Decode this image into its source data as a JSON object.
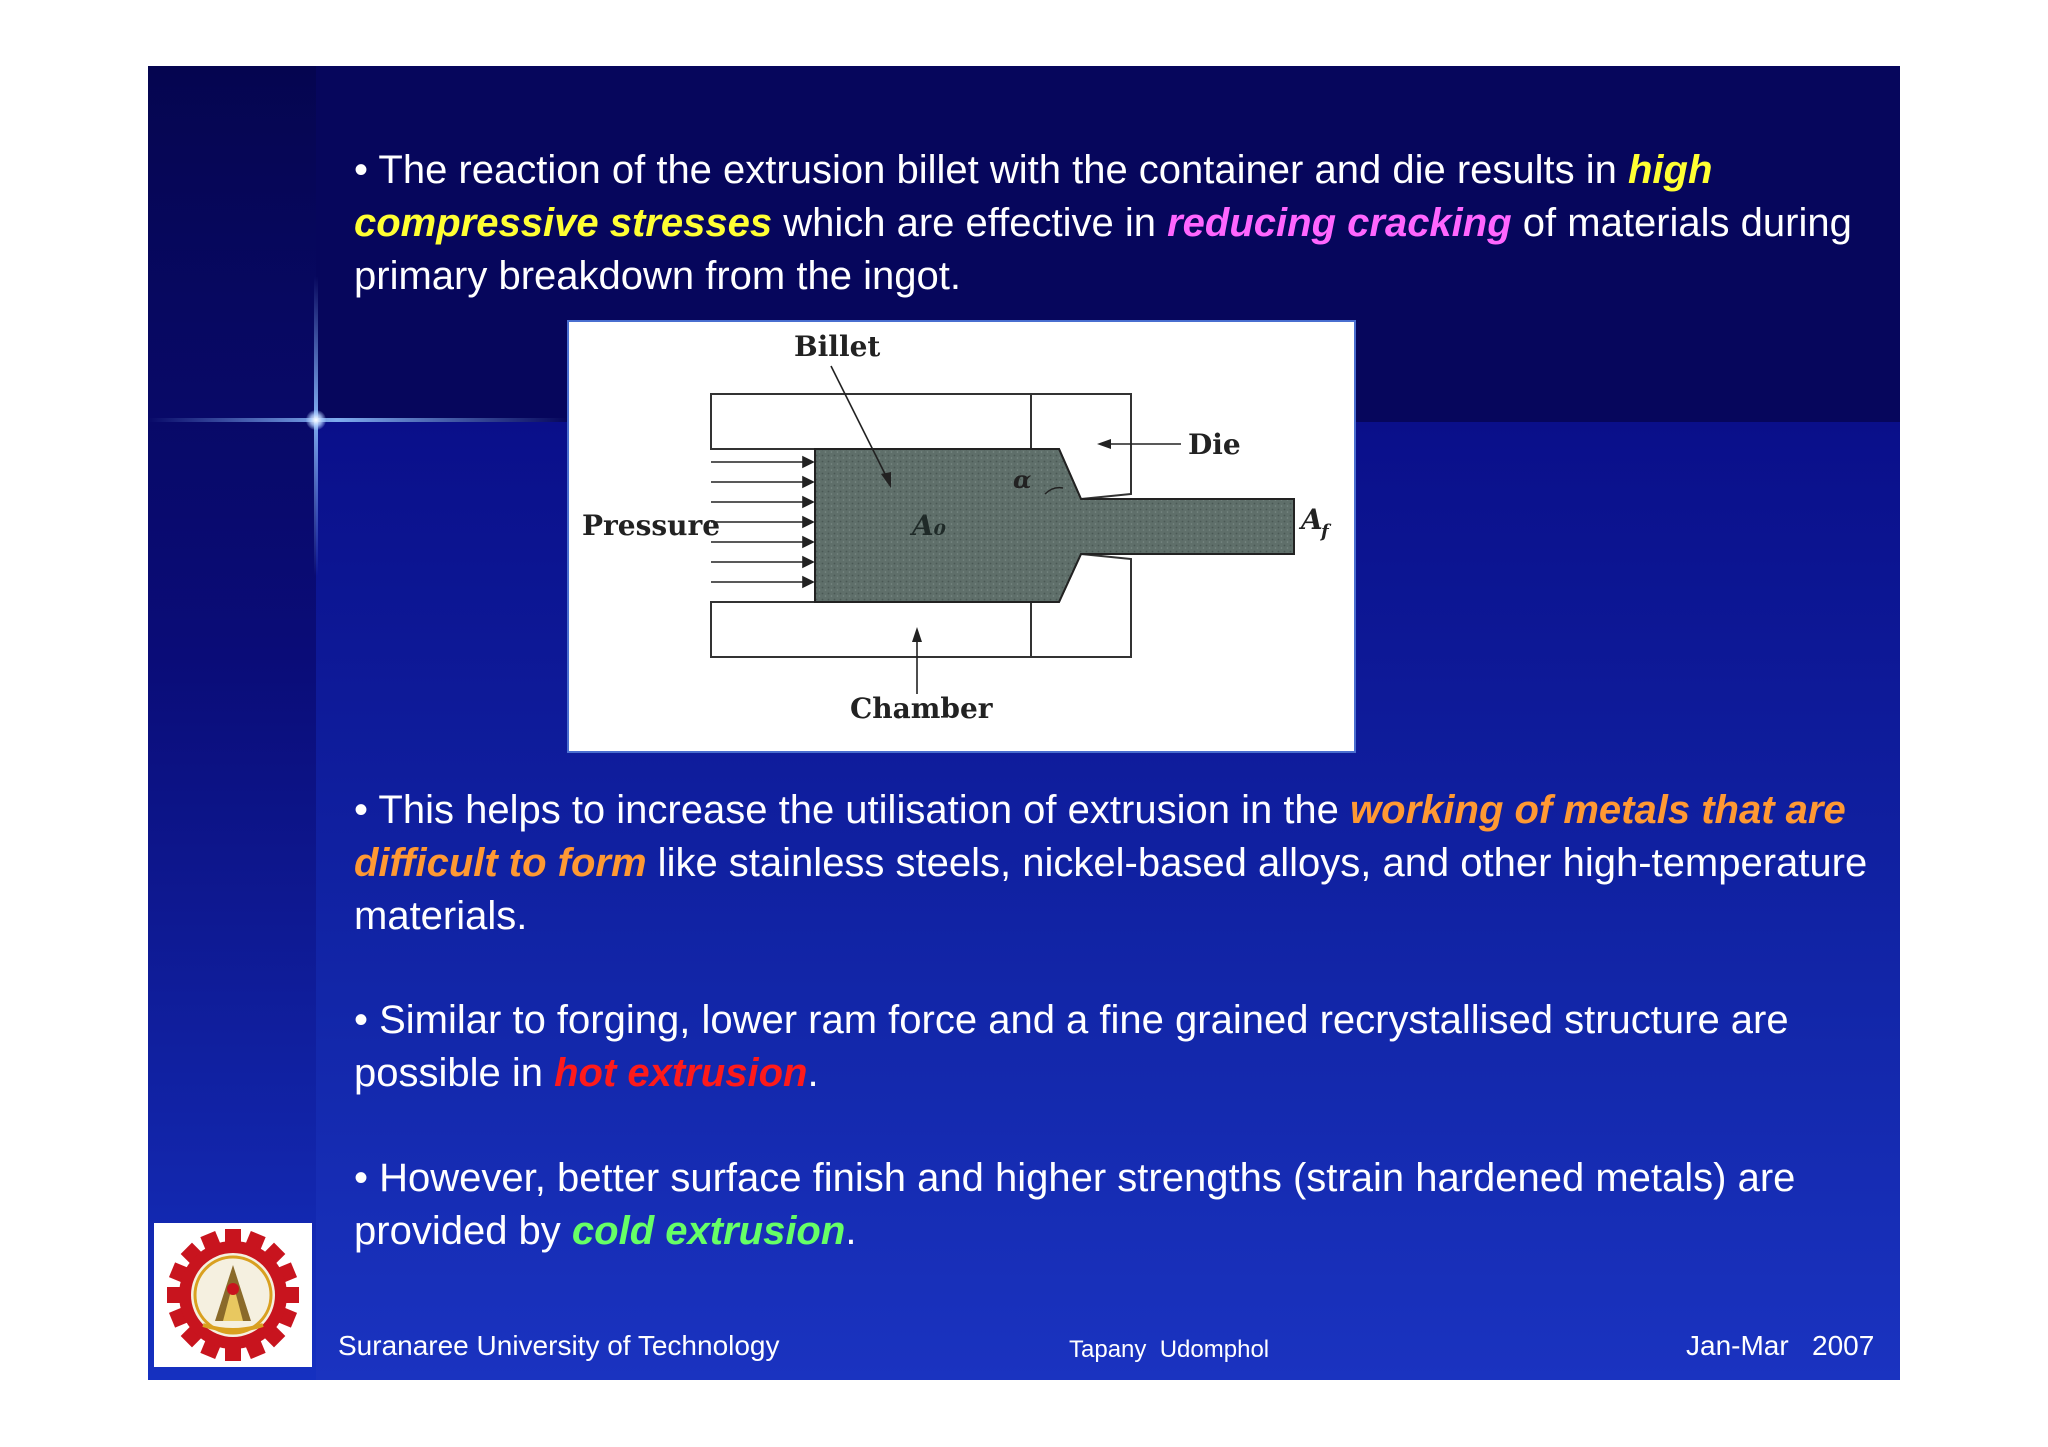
{
  "bullets": {
    "b1": {
      "prefix": "• The reaction of the extrusion billet with the container and die results in ",
      "em1": "high compressive stresses",
      "mid": " which are effective in ",
      "em2": "reducing cracking",
      "suffix": " of materials during primary breakdown from the ingot."
    },
    "b2": {
      "prefix": "• This helps to increase the utilisation of extrusion in the ",
      "em1": "working of metals that are difficult to form",
      "suffix": " like stainless steels, nickel-based alloys, and other high-temperature materials."
    },
    "b3": {
      "prefix": "• Similar to forging, lower ram force and a fine grained recrystallised structure are possible in ",
      "em1": "hot extrusion",
      "suffix": "."
    },
    "b4": {
      "prefix": "• However, better surface finish and higher strengths (strain hardened metals) are provided by ",
      "em1": "cold extrusion",
      "suffix": "."
    }
  },
  "figure": {
    "labels": {
      "billet": "Billet",
      "die": "Die",
      "pressure": "Pressure",
      "a0": "A₀",
      "af": "A",
      "af_sub": "f",
      "alpha": "α",
      "chamber": "Chamber"
    }
  },
  "footer": {
    "university": "Suranaree University of Technology",
    "author": "Tapany  Udomphol",
    "date": "Jan-Mar   2007"
  },
  "colors": {
    "yellow_emphasis": "#ffff33",
    "pink_emphasis": "#ff66ff",
    "orange_emphasis": "#ff9933",
    "red_emphasis": "#ff1a1a",
    "green_emphasis": "#66ff66",
    "slide_background": "#0c1088"
  },
  "logo": {
    "icon": "university-gear-emblem-icon"
  }
}
